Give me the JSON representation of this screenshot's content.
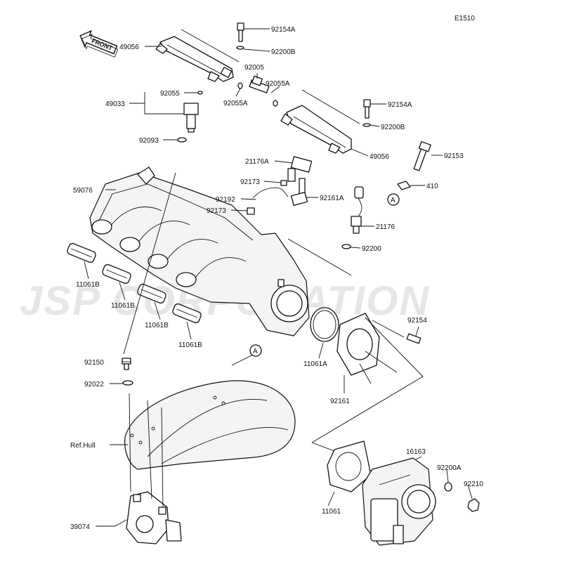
{
  "diagram_code": "E1510",
  "watermark": "JSP CORPORATION",
  "front_arrow_label": "FRONT",
  "ref_hull_label": "Ref.Hull",
  "circle_ref": "A",
  "part_labels": {
    "p92154A_top": "92154A",
    "p49056_left": "49056",
    "p92200B_top": "92200B",
    "p92005": "92005",
    "p92055A_right": "92055A",
    "p92055A_left": "92055A",
    "p92055": "92055",
    "p49033": "49033",
    "p92093": "92093",
    "p92154A_right": "92154A",
    "p92200B_right": "92200B",
    "p49056_right": "49056",
    "p92153": "92153",
    "p410": "410",
    "p21176A": "21176A",
    "p92173_a": "92173",
    "p92161A": "92161A",
    "p92192": "92192",
    "p92173_b": "92173",
    "p59076": "59076",
    "p21176": "21176",
    "p92200": "92200",
    "p11061B_1": "11061B",
    "p11061B_2": "11061B",
    "p11061B_3": "11061B",
    "p11061B_4": "11061B",
    "p11061A": "11061A",
    "p92154": "92154",
    "p92150": "92150",
    "p92022": "92022",
    "p92161": "92161",
    "p16163": "16163",
    "p92200A": "92200A",
    "p92210": "92210",
    "p11061": "11061",
    "p39074": "39074"
  }
}
